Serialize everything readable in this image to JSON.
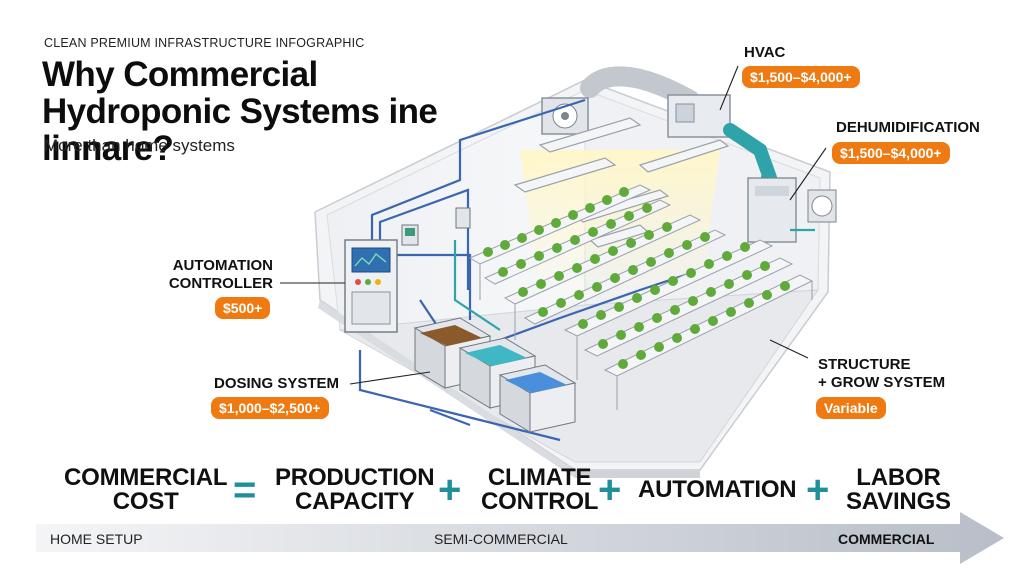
{
  "header": {
    "eyebrow": "CLEAN PREMIUM INFRASTRUCTURE INFOGRAPHIC",
    "title": "Why Commercial Hydroponic Systems ine linnare?",
    "subtitle": "More than home systems"
  },
  "callouts": {
    "hvac": {
      "label": "HVAC",
      "price": "$1,500–$4,000+"
    },
    "dehumidification": {
      "label": "DEHUMIDIFICATION",
      "price": "$1,500–$4,000+"
    },
    "automation_controller": {
      "label_line1": "AUTOMATION",
      "label_line2": "CONTROLLER",
      "price": "$500+"
    },
    "dosing_system": {
      "label": "DOSING SYSTEM",
      "price": "$1,000–$2,500+"
    },
    "structure": {
      "label_line1": "STRUCTURE",
      "label_line2": "+ GROW SYSTEM",
      "price": "Variable"
    }
  },
  "equation": {
    "term1_line1": "COMMERCIAL",
    "term1_line2": "COST",
    "equals": "=",
    "term2_line1": "PRODUCTION",
    "term2_line2": "CAPACITY",
    "plus": "+",
    "term3_line1": "CLIMATE",
    "term3_line2": "CONTROL",
    "term4": "AUTOMATION",
    "term5_line1": "LABOR",
    "term5_line2": "SAVINGS"
  },
  "scale": {
    "left": "HOME SETUP",
    "middle": "SEMI-COMMERCIAL",
    "right": "COMMERCIAL"
  },
  "colors": {
    "accent_orange": "#f07a12",
    "accent_teal": "#1f8f9a",
    "pipe_blue": "#3a66b0",
    "plant_green": "#5faa3a"
  }
}
